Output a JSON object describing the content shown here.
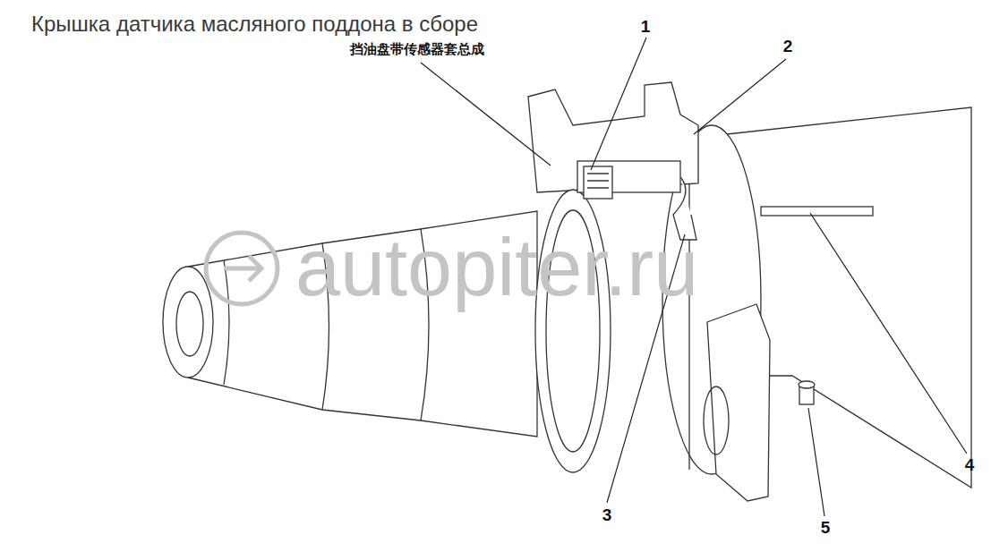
{
  "diagram": {
    "title": "Крышка датчика масляного поддона в сборе",
    "labels": [
      "挡油盘带传感器套总成",
      "1",
      "2",
      "3",
      "4",
      "5",
      "autopiter.ru"
    ]
  }
}
